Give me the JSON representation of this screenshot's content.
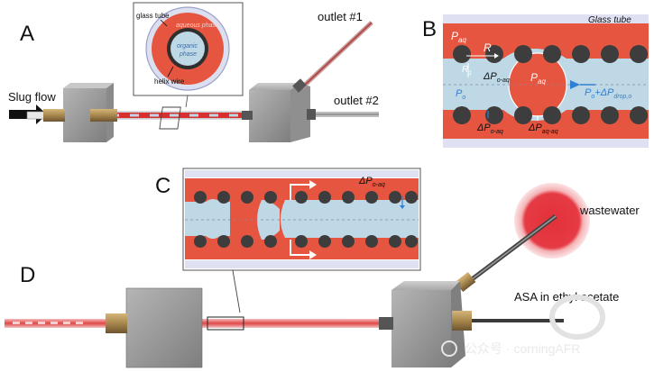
{
  "panels": {
    "a": "A",
    "b": "B",
    "c": "C",
    "d": "D"
  },
  "panel_a": {
    "slug_flow": "Slug flow",
    "outlet1": "outlet #1",
    "outlet2": "outlet #2",
    "inset": {
      "glass_tube": "glass tube",
      "aqueous_phase": "aqueous phase",
      "organic_phase_line1": "organic",
      "organic_phase_line2": "phase",
      "helix_wire": "helix wire"
    }
  },
  "panel_b": {
    "glass_tube": "Glass tube",
    "p_aq": "P",
    "p_aq_sub": "aq",
    "R": "R",
    "R_sub": "1",
    "dp_o_aq": "ΔP",
    "dp_o_aq_sub": "o-aq",
    "p_aq_center": "P",
    "p_aq_center_sub": "aq",
    "p_o": "P",
    "p_o_sub": "o",
    "p_o_plus": "P",
    "p_o_plus_sub": "o",
    "plus_dp": "+ΔP",
    "drop_sub": "drop,o",
    "dp_o_aq_bottom": "ΔP",
    "dp_o_aq_bottom_sub": "o-aq",
    "dp_aq_aq": "ΔP",
    "dp_aq_aq_sub": "aq-aq"
  },
  "panel_c": {
    "dp": "ΔP",
    "dp_sub": "o-aq"
  },
  "panel_d": {
    "wastewater": "wastewater",
    "asa": "ASA in ethyl acetate"
  },
  "watermark": "公众号 · corningAFR",
  "colors": {
    "aqueous": "#e5553f",
    "organic": "#bfd8e6",
    "helix_ball": "#3d3d3d",
    "block": "#9a9a9a",
    "brass": "#b3925a",
    "tube_red": "#d83030"
  }
}
